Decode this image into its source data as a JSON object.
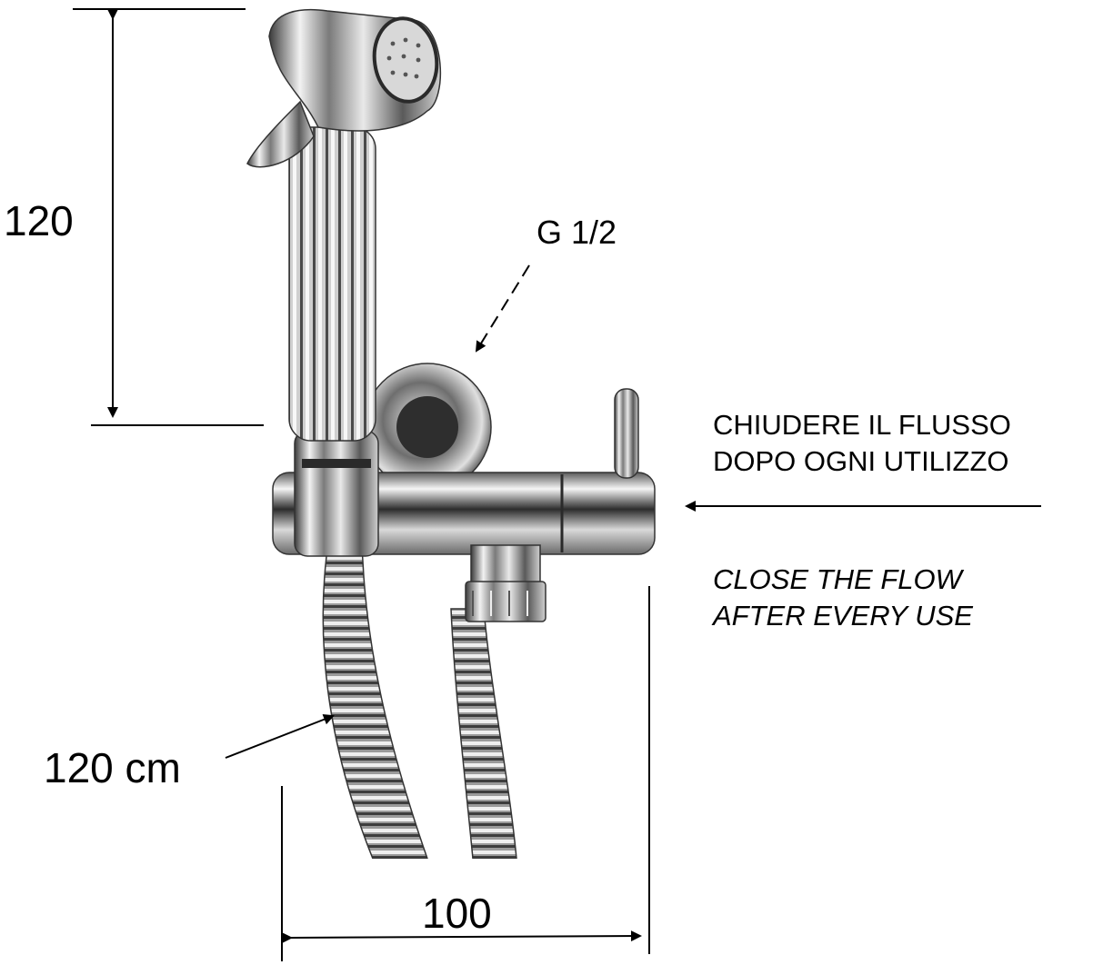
{
  "dimensions": {
    "height_label": "120",
    "width_label": "100",
    "hose_length_label": "120 cm",
    "connection_label": "G 1/2"
  },
  "note": {
    "italian": [
      "CHIUDERE IL FLUSSO",
      "DOPO OGNI UTILIZZO"
    ],
    "english": [
      "CLOSE THE FLOW",
      "AFTER EVERY USE"
    ]
  },
  "colors": {
    "line": "#000000",
    "chrome_dark": "#2a2a2a",
    "chrome_light": "#f4f4f4",
    "background": "#ffffff"
  }
}
